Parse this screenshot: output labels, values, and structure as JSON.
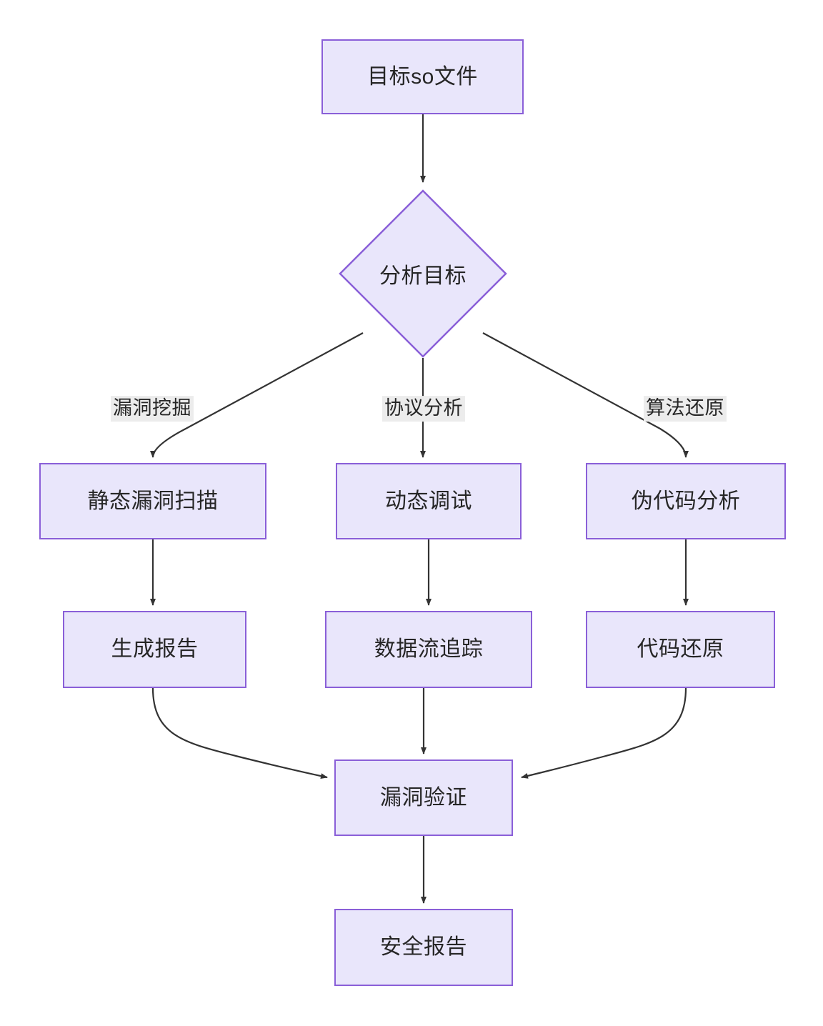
{
  "diagram": {
    "type": "flowchart",
    "direction": "top-to-bottom",
    "title": "",
    "colors": {
      "node_fill": "#e9e6fb",
      "node_stroke": "#8a5fd8",
      "edge_stroke": "#333333",
      "text": "#262626",
      "edge_label_background": "#ececec",
      "canvas_background": "#ffffff"
    },
    "nodes": [
      {
        "id": "target",
        "label": "目标so文件",
        "shape": "rectangle"
      },
      {
        "id": "analyze",
        "label": "分析目标",
        "shape": "diamond"
      },
      {
        "id": "static_scan",
        "label": "静态漏洞扫描",
        "shape": "rectangle"
      },
      {
        "id": "dynamic_debug",
        "label": "动态调试",
        "shape": "rectangle"
      },
      {
        "id": "pseudocode",
        "label": "伪代码分析",
        "shape": "rectangle"
      },
      {
        "id": "gen_report",
        "label": "生成报告",
        "shape": "rectangle"
      },
      {
        "id": "dataflow",
        "label": "数据流追踪",
        "shape": "rectangle"
      },
      {
        "id": "code_restore",
        "label": "代码还原",
        "shape": "rectangle"
      },
      {
        "id": "vuln_verify",
        "label": "漏洞验证",
        "shape": "rectangle"
      },
      {
        "id": "security_report",
        "label": "安全报告",
        "shape": "rectangle"
      }
    ],
    "edges": [
      {
        "from": "target",
        "to": "analyze",
        "label": ""
      },
      {
        "from": "analyze",
        "to": "static_scan",
        "label": "漏洞挖掘"
      },
      {
        "from": "analyze",
        "to": "dynamic_debug",
        "label": "协议分析"
      },
      {
        "from": "analyze",
        "to": "pseudocode",
        "label": "算法还原"
      },
      {
        "from": "static_scan",
        "to": "gen_report",
        "label": ""
      },
      {
        "from": "dynamic_debug",
        "to": "dataflow",
        "label": ""
      },
      {
        "from": "pseudocode",
        "to": "code_restore",
        "label": ""
      },
      {
        "from": "gen_report",
        "to": "vuln_verify",
        "label": ""
      },
      {
        "from": "dataflow",
        "to": "vuln_verify",
        "label": ""
      },
      {
        "from": "code_restore",
        "to": "vuln_verify",
        "label": ""
      },
      {
        "from": "vuln_verify",
        "to": "security_report",
        "label": ""
      }
    ],
    "edge_labels": [
      {
        "id": "label_vuln_mining",
        "text": "漏洞挖掘"
      },
      {
        "id": "label_protocol",
        "text": "协议分析"
      },
      {
        "id": "label_algorithm",
        "text": "算法还原"
      }
    ]
  }
}
